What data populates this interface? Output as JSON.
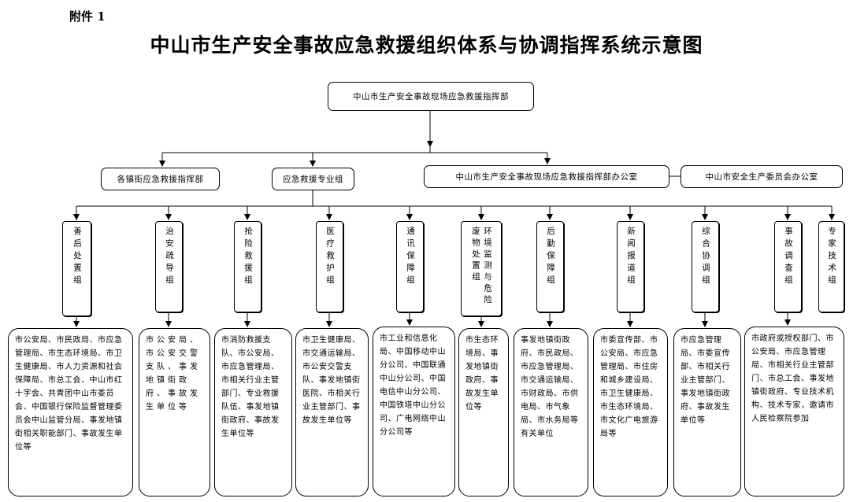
{
  "attachment_label": "附件 1",
  "title": "中山市生产安全事故应急救援组织体系与协调指挥系统示意图",
  "top_box": "中山市生产安全事故现场应急救援指挥部",
  "level2": {
    "town": "各镇街应急救援指挥部",
    "expert_team": "应急救援专业组",
    "office": "中山市生产安全事故现场应急救援指挥部办公室",
    "committee_office": "中山市安全生产委员会办公室"
  },
  "groups": [
    {
      "name": "善后处置组",
      "members": "市公安局、市民政局、市应急管理局、市生态环境局、市卫生健康局、市人力资源和社会保障局、市总工会、中山市红十字会、共青团中山市委员会、中国银行保险监督管理委员会中山监管分局、事发地镇街相关职能部门、事故发生单位等"
    },
    {
      "name": "治安疏导组",
      "members": "市公安局、市公安交警支队、事发地镇街政府、事故发生单位等"
    },
    {
      "name": "抢险救援组",
      "members": "市消防救援支队、市公安局、市应急管理局、市相关行业主管部门、专业救援队伍、事发地镇街政府、事故发生单位等"
    },
    {
      "name": "医疗救护组",
      "members": "市卫生健康局、市交通运输局、市公安交警支队、事发地镇街医院、市相关行业主管部门、事故发生单位等"
    },
    {
      "name": "通讯保障组",
      "members": "市工业和信息化局、中国移动中山分公司、中国联通中山分公司、中国电信中山分公司、中国铁塔中山分公司、广电网络中山分公司等"
    },
    {
      "name": "环境监测与危险废物处置组",
      "members": "市生态环境局、事发地镇街政府、事故发生单位等"
    },
    {
      "name": "后勤保障组",
      "members": "事发地镇街政府、市民政局、市应急管理局、市交通运输局、市财政局、市供电局、市气象局、市水务局等有关单位"
    },
    {
      "name": "新闻报道组",
      "members": "市委宣传部、市公安局、市应急管理局、市住房和城乡建设局、市卫生健康局、市生态环境局、市文化广电旅游局等"
    },
    {
      "name": "综合协调组",
      "members": "市应急管理局、市委宣传部、市相关行业主管部门、事发地镇街政府、事故发生单位等"
    },
    {
      "name": "事故调查组",
      "members": "市政府或授权部门、市公安局、市应急管理局、市相关行业主管部门、市总工会、事发地镇街政府、专业技术机构、技术专家，邀请市人民检察院参加"
    },
    {
      "name": "专家技术组",
      "members": ""
    }
  ]
}
